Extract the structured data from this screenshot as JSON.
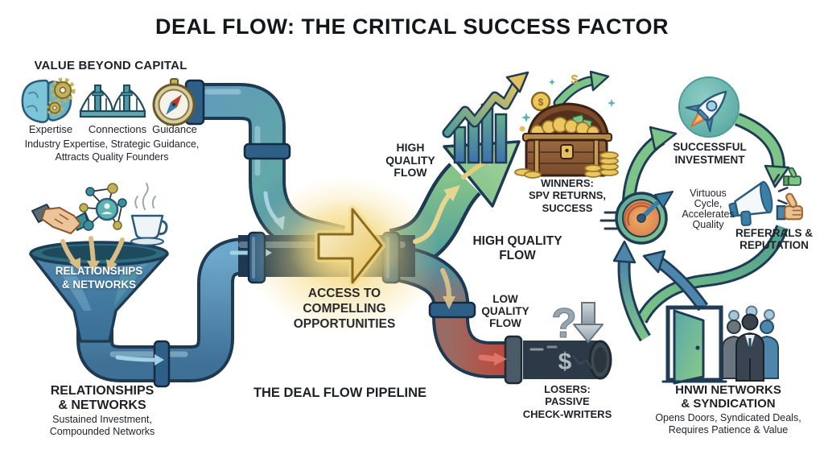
{
  "title": "DEAL FLOW: THE CRITICAL SUCCESS FACTOR",
  "value_beyond_capital": {
    "heading": "VALUE BEYOND CAPITAL",
    "items": [
      {
        "label": "Expertise",
        "icon": "brain-gears-icon"
      },
      {
        "label": "Connections",
        "icon": "bridge-icon"
      },
      {
        "label": "Guidance",
        "icon": "compass-icon"
      }
    ],
    "desc_lines": [
      "Industry Expertise, Strategic Guidance,",
      "Attracts Quality Founders"
    ]
  },
  "funnel": {
    "label_lines": [
      "RELATIONSHIPS",
      "& NETWORKS"
    ],
    "input_icons": [
      "handshake-icon",
      "network-icon",
      "coffee-cup-icon"
    ]
  },
  "relationships": {
    "heading_lines": [
      "RELATIONSHIPS",
      "& NETWORKS"
    ],
    "desc_lines": [
      "Sustained Investment,",
      "Compounded Networks"
    ]
  },
  "pipeline": {
    "access_lines": [
      "ACCESS TO",
      "COMPELLING",
      "OPPORTUNITIES"
    ],
    "caption": "THE DEAL FLOW PIPELINE",
    "high_quality_left_lines": [
      "HIGH",
      "QUALITY",
      "FLOW"
    ],
    "high_quality_right_lines": [
      "HIGH QUALITY",
      "FLOW"
    ],
    "low_quality_lines": [
      "LOW",
      "QUALITY",
      "FLOW"
    ]
  },
  "winners": {
    "lines": [
      "WINNERS:",
      "SPV RETURNS,",
      "SUCCESS"
    ],
    "icon": "treasure-chest-icon"
  },
  "losers": {
    "lines": [
      "LOSERS:",
      "PASSIVE",
      "CHECK-WRITERS"
    ],
    "icon": "broken-gray-pipe-icon"
  },
  "virtuous_cycle": {
    "top_lines": [
      "SUCCESSFUL",
      "INVESTMENT"
    ],
    "top_icon": "rocket-icon",
    "center_lines": [
      "Virtuous",
      "Cycle,",
      "Accelerates",
      "Quality"
    ],
    "right_lines": [
      "REFERRALS &",
      "REPUTATION"
    ],
    "right_icons": [
      "megaphone-icon",
      "thumbs-up-icon"
    ],
    "left_icon": "speedometer-icon"
  },
  "hnwi": {
    "heading_lines": [
      "HNWI NETWORKS",
      "& SYNDICATION"
    ],
    "desc_lines": [
      "Opens Doors, Syndicated Deals,",
      "Requires Patience & Value"
    ],
    "icons": [
      "open-door-icon",
      "investor-group-icon"
    ]
  },
  "glyphs": {
    "winners_dollar": "$",
    "coin_dollar": "$",
    "losers_dollar": "$",
    "question_mark": "?"
  },
  "colors": {
    "pipe_blue": "#4a81a8",
    "pipe_teal": "#55999f",
    "flow_green": "#7cc487",
    "flow_red": "#c73e33",
    "gold": "#ecc75f",
    "gray": "#8e9ca6",
    "ink": "#1e2227"
  }
}
